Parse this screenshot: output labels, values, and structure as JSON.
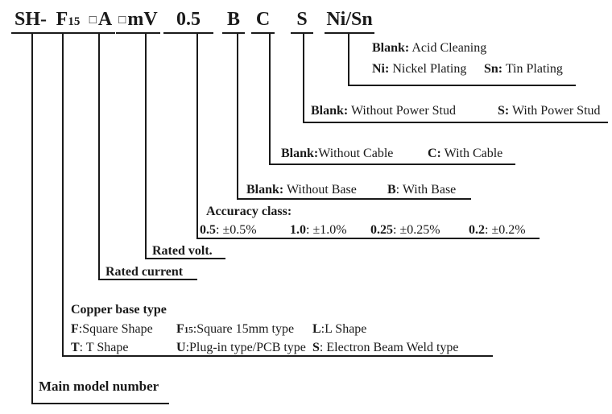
{
  "colors": {
    "ink": "#1a1a1a",
    "background": "#ffffff"
  },
  "model_code": {
    "segments": [
      {
        "text": "SH-"
      },
      {
        "text": "F",
        "sub": "15"
      },
      {
        "square": "□",
        "text": "A"
      },
      {
        "square": "□",
        "text": "mV"
      },
      {
        "text": "0.5"
      },
      {
        "text": "B"
      },
      {
        "text": "C"
      },
      {
        "text": "S"
      },
      {
        "text": "Ni/Sn"
      }
    ]
  },
  "plating": {
    "line1_key": "Blank:",
    "line1_val": " Acid Cleaning",
    "line2a_key": "Ni:",
    "line2a_val": " Nickel Plating",
    "line2b_key": "Sn:",
    "line2b_val": " Tin Plating"
  },
  "power_stud": {
    "a_key": "Blank:",
    "a_val": " Without Power Stud",
    "b_key": "S:",
    "b_val": " With Power Stud"
  },
  "cable": {
    "a_key": "Blank:",
    "a_val": "Without Cable",
    "b_key": "C:",
    "b_val": " With Cable"
  },
  "base": {
    "a_key": "Blank:",
    "a_val": " Without Base",
    "b_key": "B",
    "b_val": ": With Base"
  },
  "accuracy": {
    "title": "Accuracy class:",
    "items": [
      {
        "k": "0.5",
        "v": ": ±0.5%"
      },
      {
        "k": "1.0",
        "v": ": ±1.0%"
      },
      {
        "k": "0.25",
        "v": ": ±0.25%"
      },
      {
        "k": "0.2",
        "v": ": ±0.2%"
      }
    ]
  },
  "rated_volt": {
    "label": "Rated volt."
  },
  "rated_current": {
    "label": "Rated current"
  },
  "copper_base": {
    "title": "Copper base type",
    "row1": [
      {
        "k": "F",
        "v": ":Square Shape"
      },
      {
        "k": "F",
        "sub": "15",
        "v": ":Square 15mm type"
      },
      {
        "k": "L",
        "v": ":L Shape"
      }
    ],
    "row2": [
      {
        "k": "T",
        "v": ": T Shape"
      },
      {
        "k": "U",
        "v": ":Plug-in type/PCB type"
      },
      {
        "k": "S",
        "v": ": Electron Beam Weld type"
      }
    ]
  },
  "main_model": {
    "label": "Main model number"
  }
}
